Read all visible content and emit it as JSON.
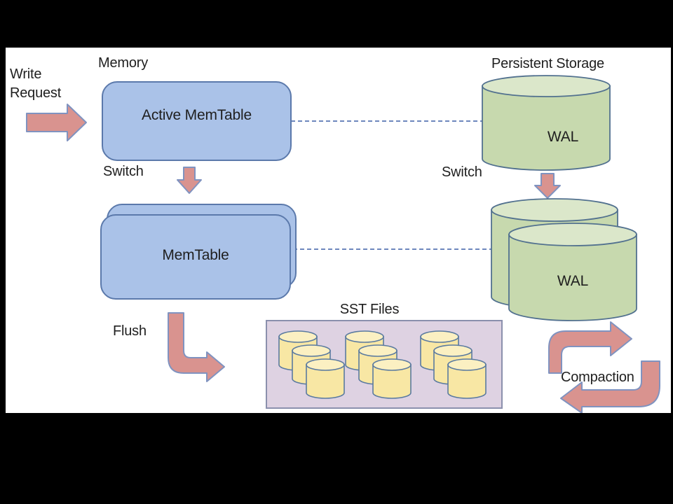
{
  "colors": {
    "background": "#000000",
    "slide": "#ffffff",
    "memtable_fill": "#aac2e8",
    "memtable_border": "#5b79ab",
    "wal_fill": "#c7d9ae",
    "wal_top_fill": "#dbe7ca",
    "wal_border": "#52718f",
    "sst_box_fill": "#ded2e2",
    "sst_box_border": "#8b90ad",
    "sst_cylinder_fill": "#f8e7a4",
    "sst_cylinder_top_fill": "#fbf0c2",
    "arrow_fill": "#d9938f",
    "arrow_border": "#8093c0",
    "connector": "#6d87bd",
    "text": "#1f1f1f"
  },
  "labels": {
    "write_request": "Write Request",
    "memory": "Memory",
    "active_memtable": "Active MemTable",
    "switch_left": "Switch",
    "memtable": "MemTable",
    "flush": "Flush",
    "sst_files": "SST Files",
    "persistent_storage": "Persistent Storage",
    "wal_top": "WAL",
    "switch_right": "Switch",
    "wal_bottom": "WAL",
    "compaction": "Compaction"
  }
}
